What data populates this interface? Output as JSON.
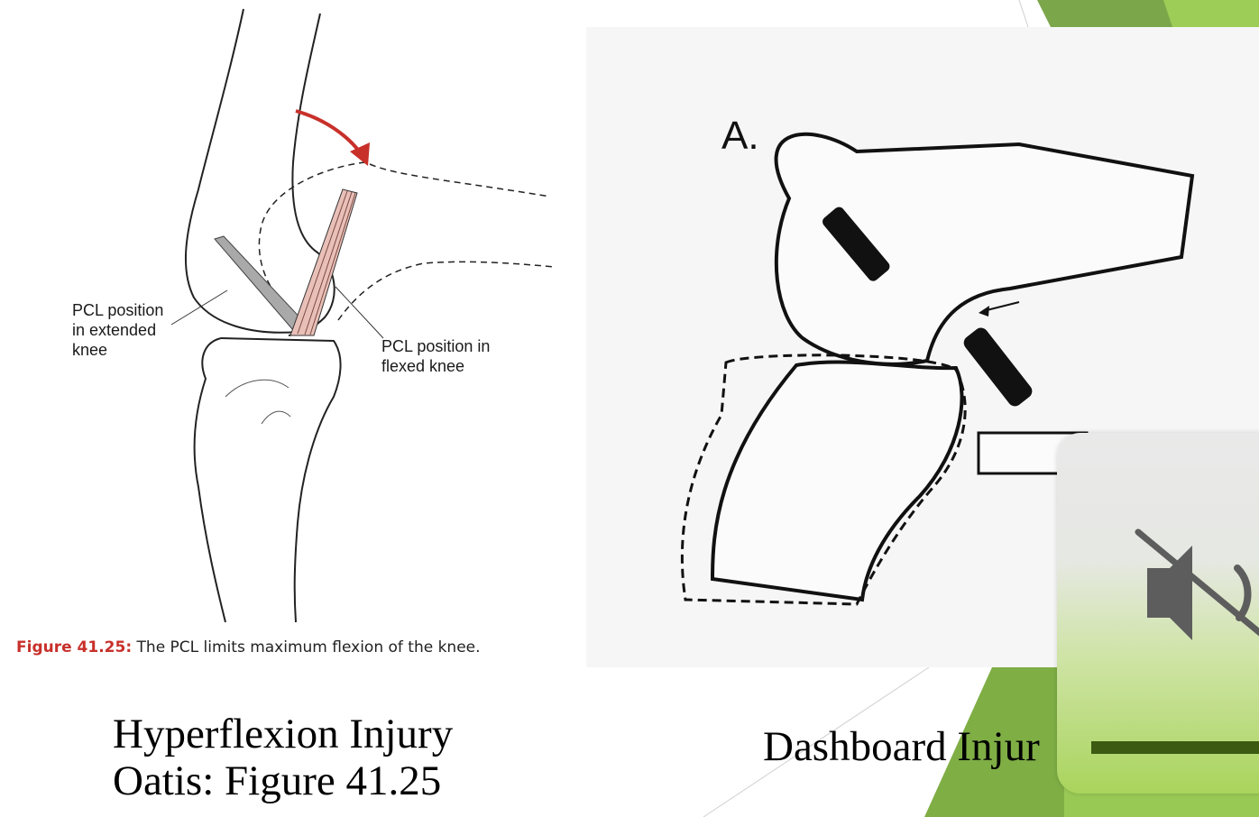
{
  "left_figure": {
    "label_extended": [
      "PCL position",
      "in extended",
      "knee"
    ],
    "label_flexed": [
      "PCL position in",
      "flexed knee"
    ],
    "caption_number": "Figure 41.25:",
    "caption_text": " The PCL limits maximum flexion of the knee."
  },
  "right_figure": {
    "label_a": "A."
  },
  "slide": {
    "left_title_line1": "Hyperflexion Injury",
    "left_title_line2": "Oatis:  Figure 41.25",
    "right_title": "Dashboard Injur"
  },
  "audio_control": {
    "icon": "speaker-muted-icon",
    "accent_color": "#3d5a12",
    "panel_color": "#a9d45c"
  },
  "colors": {
    "theme_green_dark": "#6f9a3a",
    "theme_green_light": "#98c74e",
    "arrow_red": "#c8302a"
  }
}
